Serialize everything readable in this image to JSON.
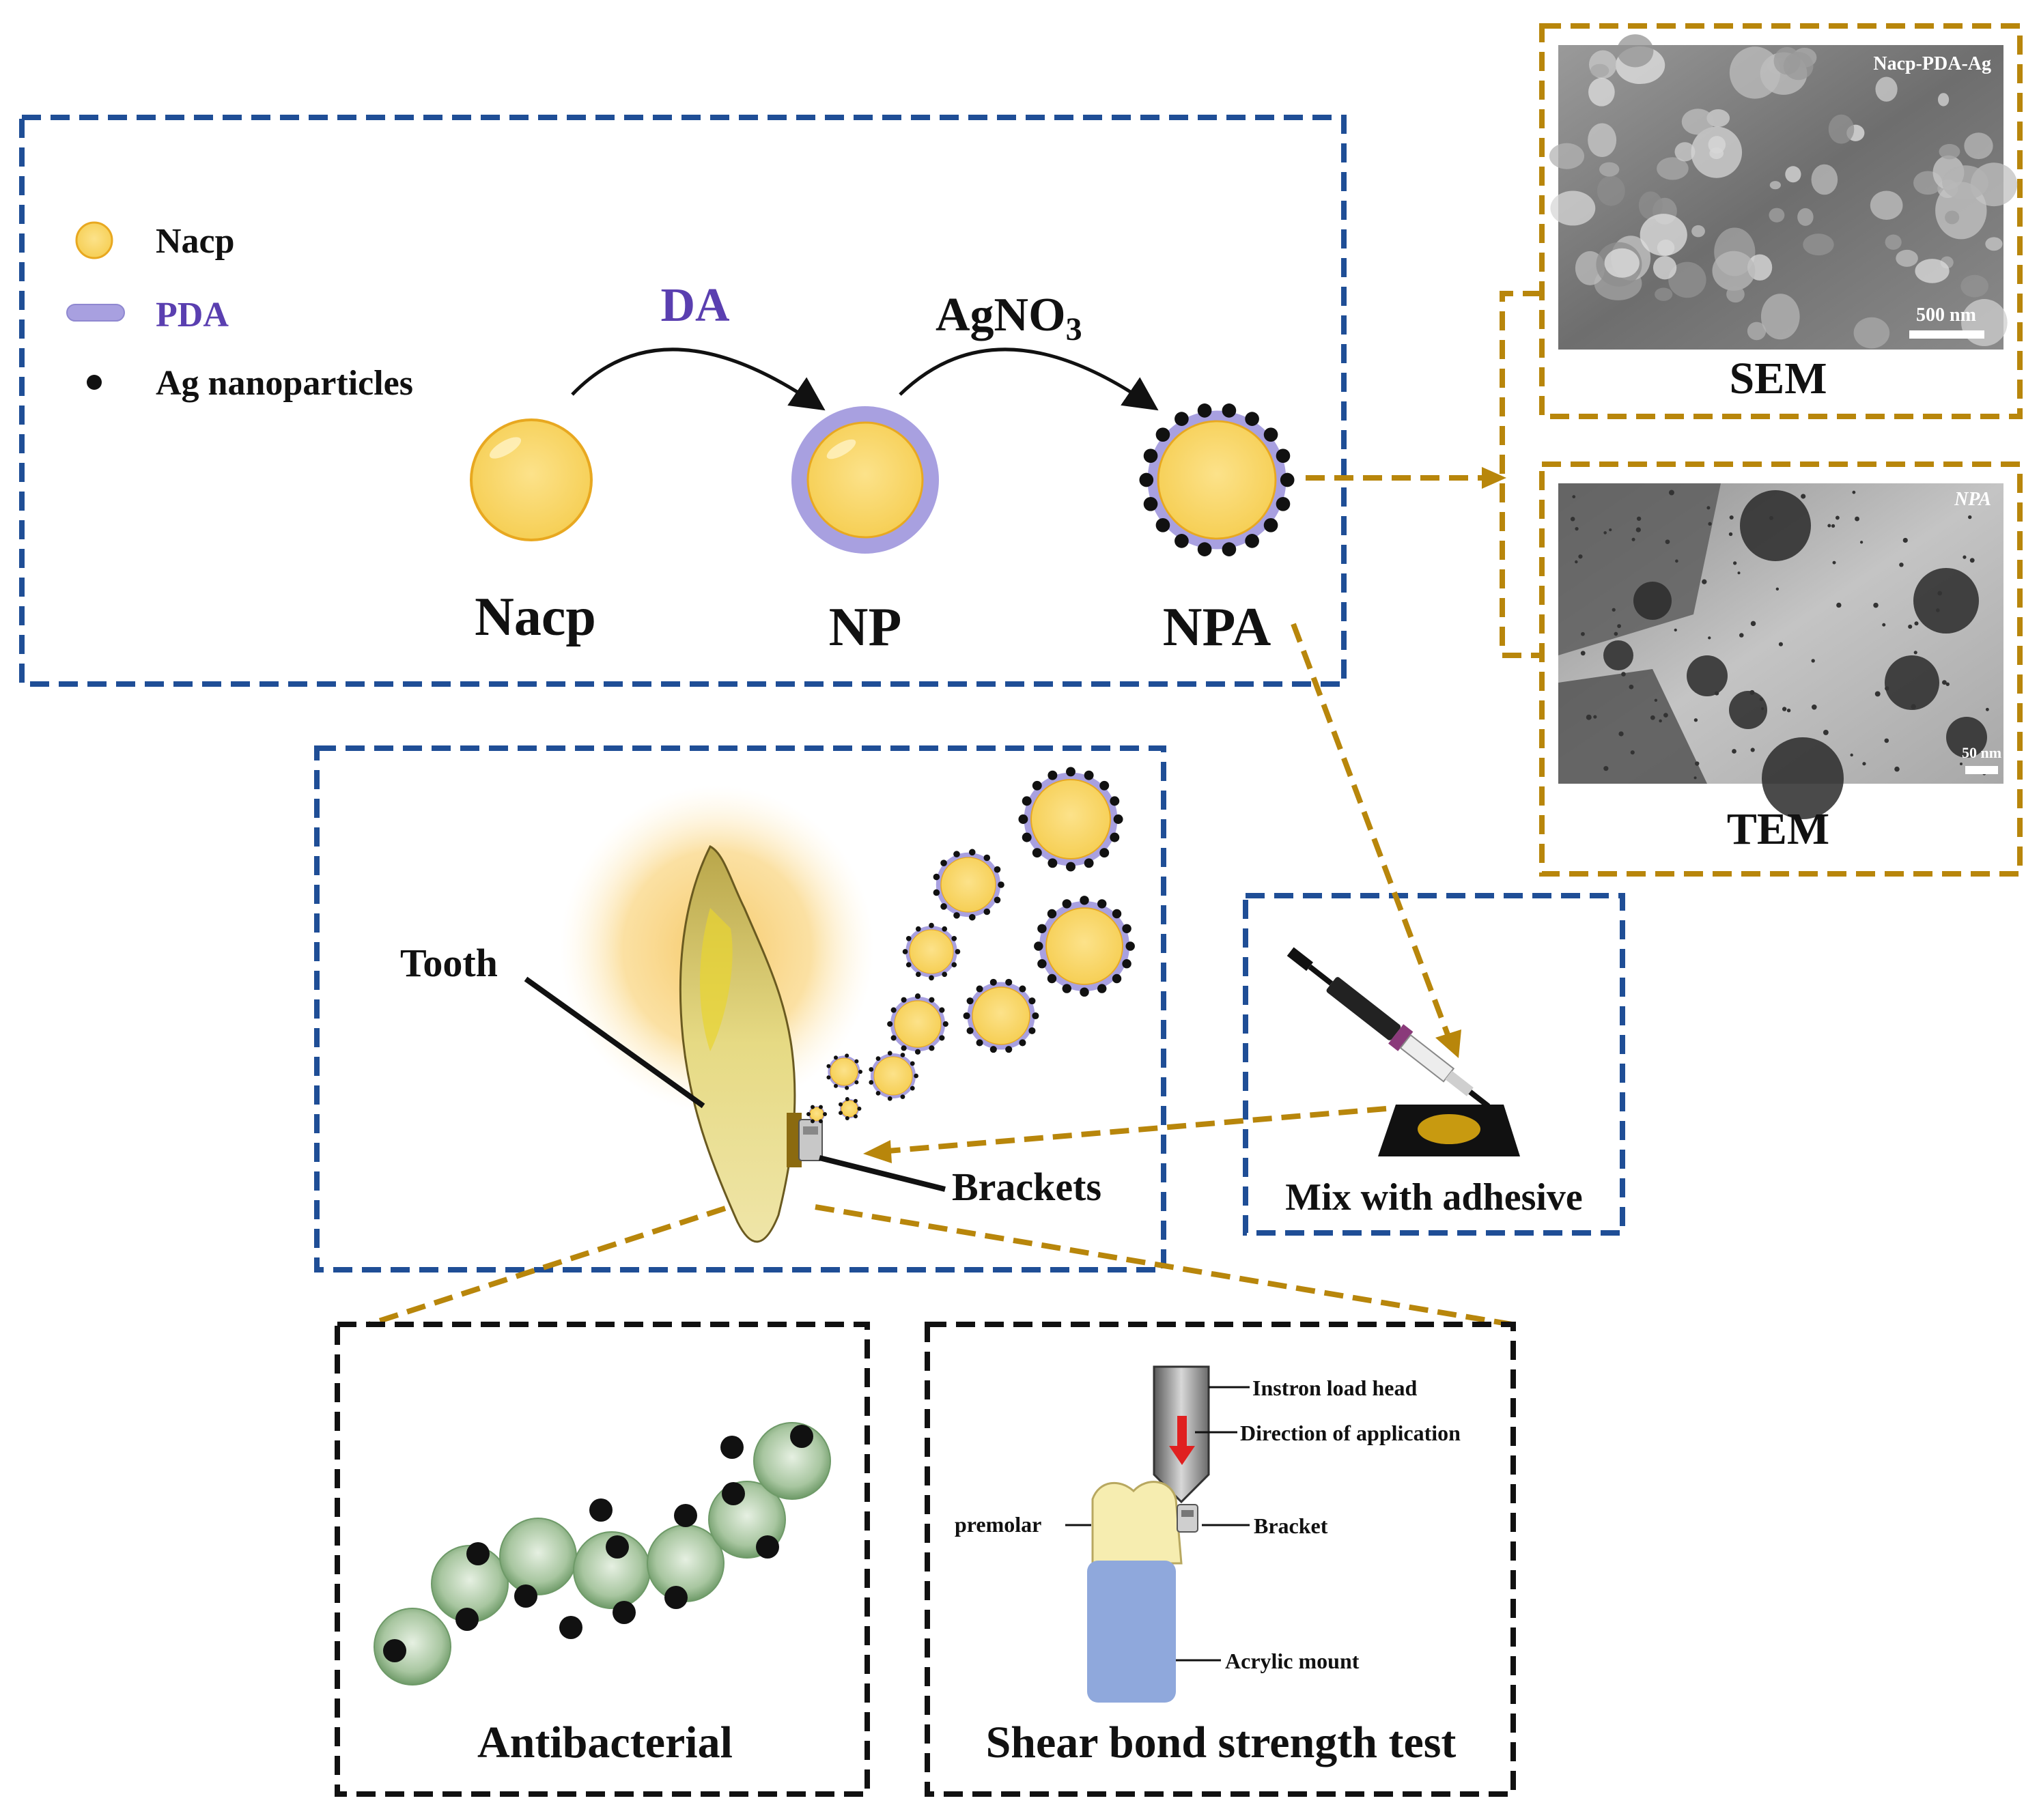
{
  "legend": {
    "nacp_label": "Nacp",
    "pda_label": "PDA",
    "ag_label": "Ag nanoparticles"
  },
  "synthesis": {
    "step1_reagent": "DA",
    "step2_reagent": "AgNO",
    "step2_subscript": "3",
    "particles": [
      "Nacp",
      "NP",
      "NPA"
    ]
  },
  "microscopy": {
    "sem": {
      "caption": "SEM",
      "image_label": "Nacp-PDA-Ag",
      "scale_bar": "500 nm"
    },
    "tem": {
      "caption": "TEM",
      "image_label": "NPA",
      "scale_bar": "50 nm"
    }
  },
  "application": {
    "tooth_label": "Tooth",
    "brackets_label": "Brackets",
    "mix_caption": "Mix with adhesive"
  },
  "antibacterial": {
    "caption": "Antibacterial"
  },
  "shear_test": {
    "caption": "Shear bond strength test",
    "labels": {
      "load_head": "Instron load head",
      "direction": "Direction of application",
      "premolar": "premolar",
      "bracket": "Bracket",
      "mount": "Acrylic mount"
    }
  },
  "colors": {
    "nacp_core": "#F8D468",
    "nacp_edge": "#E8A820",
    "pda_shell": "#A8A0E0",
    "ag_dot": "#111111",
    "blue_box": "#1F4E96",
    "gold_box": "#B8860B",
    "black_box": "#111111",
    "da_text": "#5A3FB0",
    "pda_text": "#5A3FB0",
    "mount": "#8FA8DC",
    "arrow_red": "#E02020"
  }
}
